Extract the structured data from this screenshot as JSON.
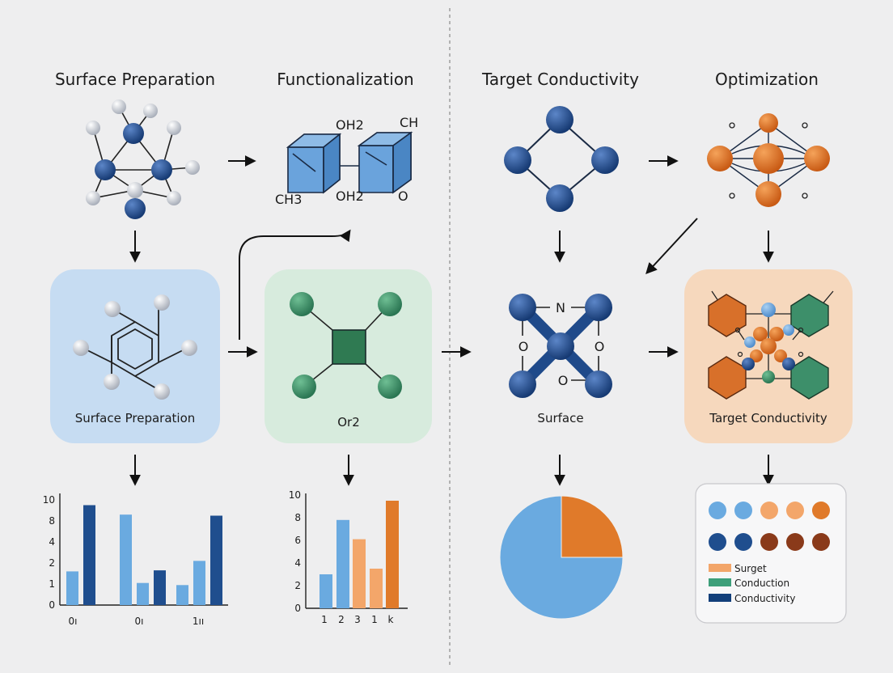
{
  "titles": {
    "col1": "Surface Preparation",
    "col2": "Functionalization",
    "col3": "Target Conductivity",
    "col4": "Optimization"
  },
  "panel_labels": {
    "p1": "Surface Preparation",
    "p2": "Or2",
    "p3": "Surface",
    "p4": "Target Conductivity"
  },
  "chem_labels": {
    "oh2_top": "OH2",
    "ch": "CH",
    "ch3": "CH3",
    "oh2_bottom": "OH2",
    "o_right": "O",
    "n_top": "N",
    "o_left": "O",
    "o_right2": "O",
    "o_bottom": "O"
  },
  "colors": {
    "blue_dark": "#1f4e8e",
    "blue_light": "#6aaae0",
    "orange": "#e07a2a",
    "orange_light": "#f3a66a",
    "green": "#3d8f6a",
    "grey_atom": "#c9cdd6",
    "panel_blue": "#c6dcf2",
    "panel_green": "#d7ebdd",
    "panel_orange": "#f6d8bd"
  },
  "chart_data": [
    {
      "type": "bar",
      "ylim": [
        0,
        10
      ],
      "yticks": [
        "0",
        "1",
        "2",
        "4",
        "8",
        "10"
      ],
      "categories": [
        "0ı",
        "0ı",
        "1ıı"
      ],
      "series": [
        {
          "values": [
            3.2,
            8.6,
            1.9
          ]
        },
        {
          "values": [
            9.5,
            2.1,
            4.2
          ]
        },
        {
          "values": [
            0,
            3.3,
            8.5
          ]
        }
      ]
    },
    {
      "type": "bar",
      "ylim": [
        0,
        10
      ],
      "yticks": [
        "0",
        "2",
        "4",
        "6",
        "8",
        "10"
      ],
      "categories": [
        "1",
        "2",
        "3",
        "1",
        "k"
      ],
      "values": [
        3.0,
        7.8,
        6.1,
        3.5,
        9.5
      ]
    },
    {
      "type": "pie",
      "values": [
        25,
        75
      ]
    },
    {
      "type": "scatter",
      "rows": [
        [
          "#6aaae0",
          "#6aaae0",
          "#f3a66a",
          "#f3a66a",
          "#e07a2a"
        ],
        [
          "#1f4e8e",
          "#1f4e8e",
          "#8a3a1a",
          "#8a3a1a",
          "#8a3a1a"
        ]
      ],
      "legend": [
        "Surget",
        "Conduction",
        "Conductivity"
      ]
    }
  ]
}
